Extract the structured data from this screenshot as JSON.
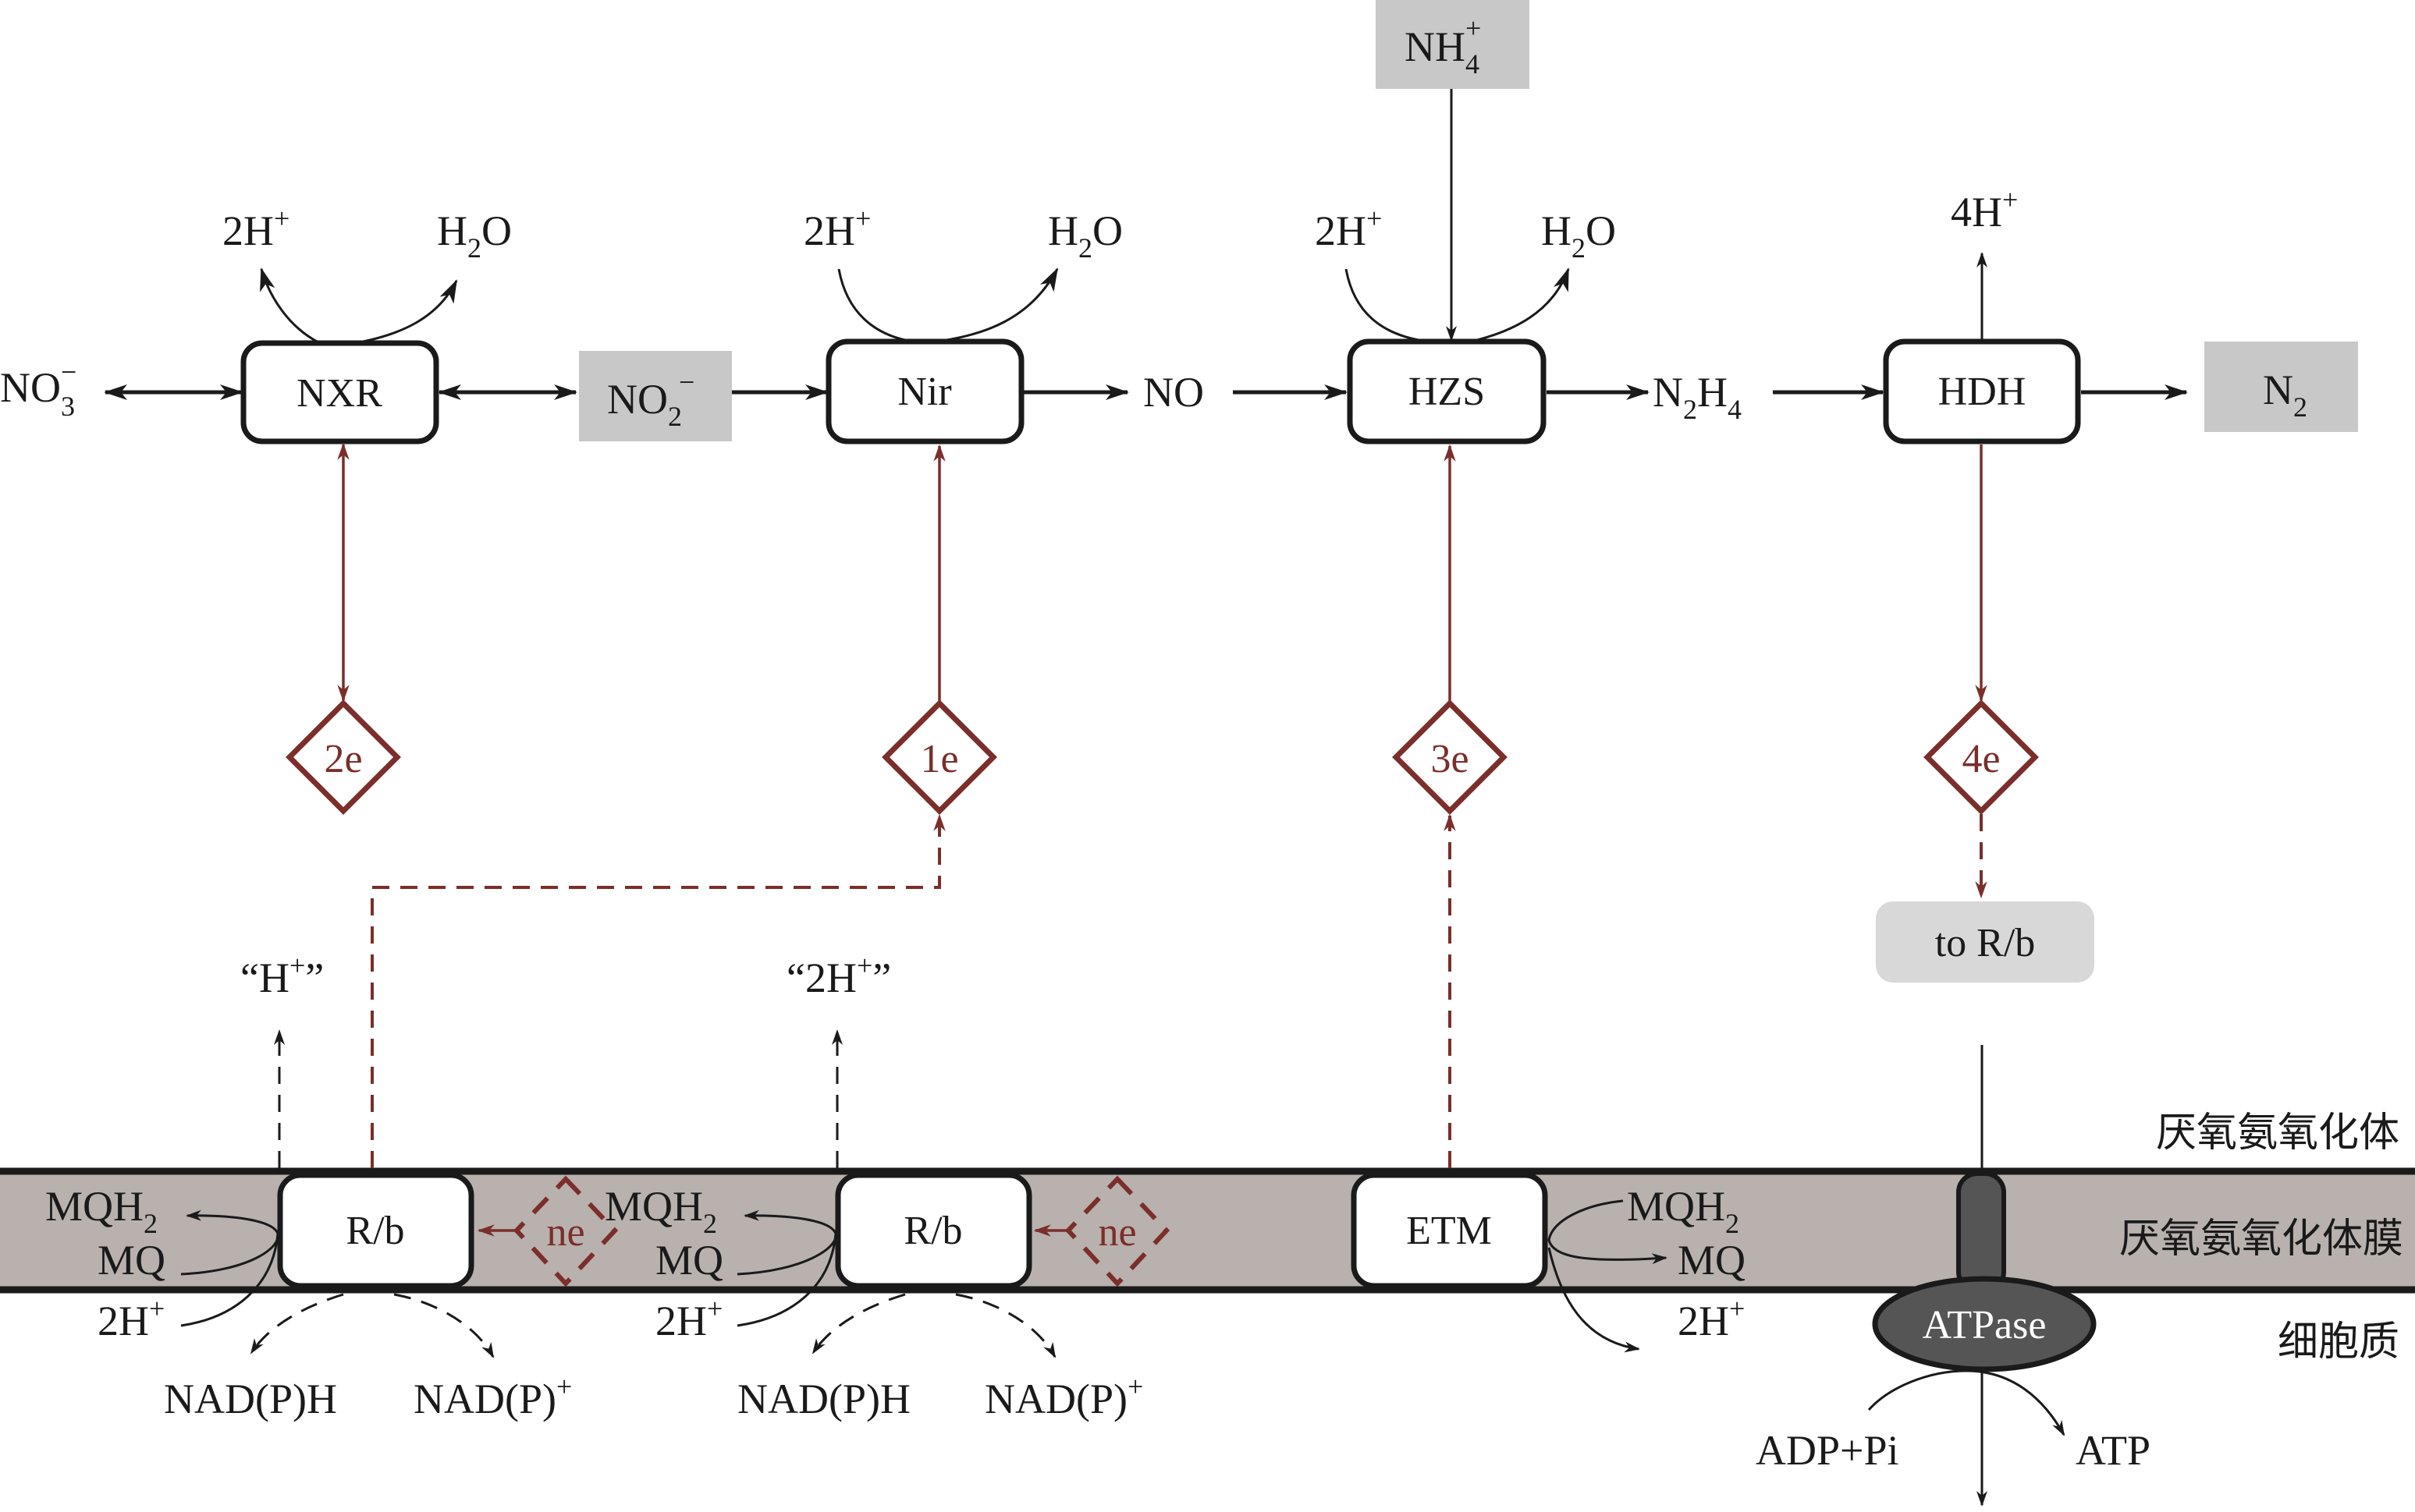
{
  "figure": {
    "type": "anammox metabolic pathway diagram",
    "colors": {
      "membrane": "#b8b1ae",
      "electron_path": "#7b2e2a",
      "substrate_box": "#c8c8c8",
      "atpase": "#555555"
    }
  },
  "species": {
    "no3": {
      "base": "NO",
      "sub": "3",
      "sup": "−"
    },
    "no2": {
      "base": "NO",
      "sub": "2",
      "sup": "−"
    },
    "no": "NO",
    "n2h4": {
      "a": "N",
      "sub1": "2",
      "b": "H",
      "sub2": "4"
    },
    "n2": {
      "base": "N",
      "sub": "2"
    },
    "nh4": {
      "base": "NH",
      "sub": "4",
      "sup": "+"
    }
  },
  "enzymes": {
    "nxr": "NXR",
    "nir": "Nir",
    "hzs": "HZS",
    "hdh": "HDH"
  },
  "side_products": {
    "nxr_in": {
      "base": "2H",
      "sup": "+"
    },
    "nxr_out": {
      "a": "H",
      "sub": "2",
      "b": "O"
    },
    "nir_in": {
      "base": "2H",
      "sup": "+"
    },
    "nir_out": {
      "a": "H",
      "sub": "2",
      "b": "O"
    },
    "hzs_in": {
      "base": "2H",
      "sup": "+"
    },
    "hzs_out": {
      "a": "H",
      "sub": "2",
      "b": "O"
    },
    "hdh_out": {
      "base": "4H",
      "sup": "+"
    }
  },
  "electrons": {
    "nxr": "2e",
    "nir": "1e",
    "hzs": "3e",
    "hdh": "4e",
    "ne_1": "ne",
    "ne_2": "ne"
  },
  "to_rb": "to R/b",
  "membrane": {
    "rb_1": "R/b",
    "rb_2": "R/b",
    "etm": "ETM",
    "atpase": "ATPase",
    "proton_1": {
      "open": "“H",
      "sup": "+",
      "close": "”"
    },
    "proton_2": {
      "open": "“2H",
      "sup": "+",
      "close": "”"
    },
    "mqh2": {
      "base": "MQH",
      "sub": "2"
    },
    "mq": "MQ",
    "h_cyto": {
      "base": "2H",
      "sup": "+"
    },
    "nadph": "NAD(P)H",
    "nadp": {
      "base": "NAD(P)",
      "sup": "+"
    },
    "adp": "ADP+Pi",
    "atp": "ATP"
  },
  "compartments": {
    "anammoxosome": "厌氧氨氧化体",
    "membrane": "厌氧氨氧化体膜",
    "cytoplasm": "细胞质"
  }
}
